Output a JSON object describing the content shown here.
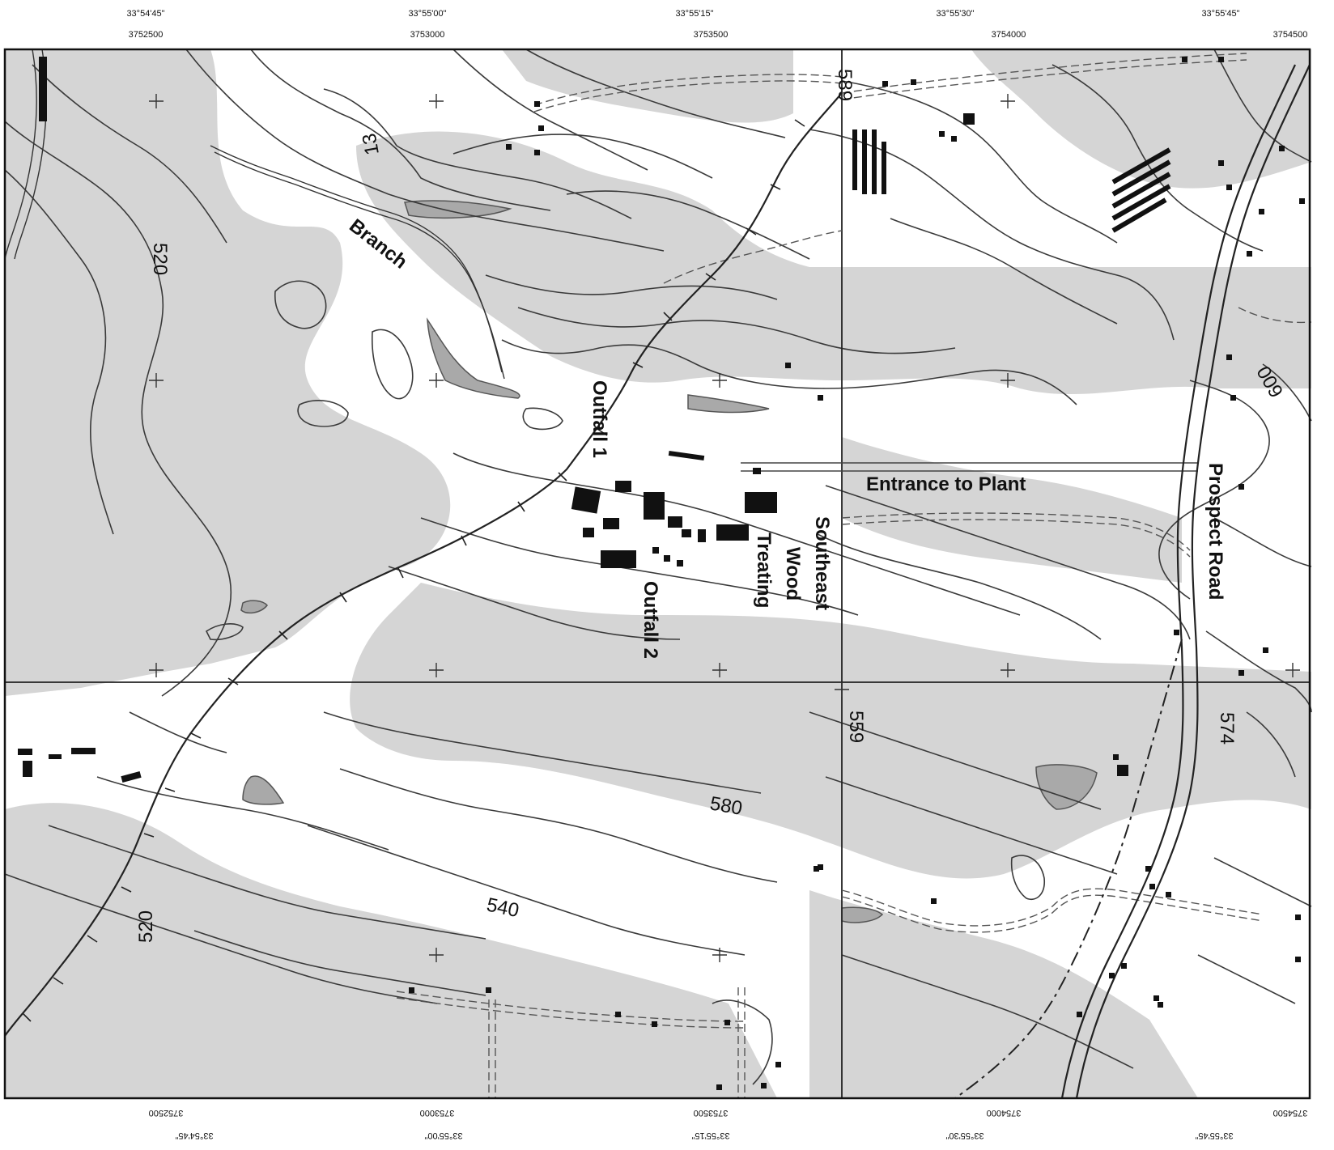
{
  "colors": {
    "background": "#ffffff",
    "wooded": "#d3d3d3",
    "dark_fill": "#b8b8b8",
    "contour": "#3a3a3a",
    "grid": "#222222",
    "building": "#111111"
  },
  "top_coords": [
    {
      "lat": "33°54'45\"",
      "easting": "3752500"
    },
    {
      "lat": "33°55'00\"",
      "easting": "3753000"
    },
    {
      "lat": "33°55'15\"",
      "easting": "3753500"
    },
    {
      "lat": "33°55'30\"",
      "easting": "3754000"
    },
    {
      "lat": "33°55'45\"",
      "easting": "3754500"
    }
  ],
  "bottom_coords": [
    {
      "lat": "33°54'45\"",
      "easting": "3752500"
    },
    {
      "lat": "33°55'00\"",
      "easting": "3753000"
    },
    {
      "lat": "33°55'15\"",
      "easting": "3753500"
    },
    {
      "lat": "33°55'30\"",
      "easting": "3754000"
    },
    {
      "lat": "33°55'45\"",
      "easting": "3754500"
    }
  ],
  "contour_labels": {
    "c13": "13",
    "c520_top": "520",
    "c520_bottom": "520",
    "c540": "540",
    "c580": "580",
    "c559": "559",
    "c574": "574",
    "c600": "600",
    "c589": "589"
  },
  "features": {
    "branch": "Branch",
    "outfall1": "Outfall 1",
    "outfall2": "Outfall 2",
    "treating": "Treating",
    "wood": "Wood",
    "southeast": "Southeast",
    "entrance": "Entrance to Plant",
    "prospect_road": "Prospect Road"
  }
}
